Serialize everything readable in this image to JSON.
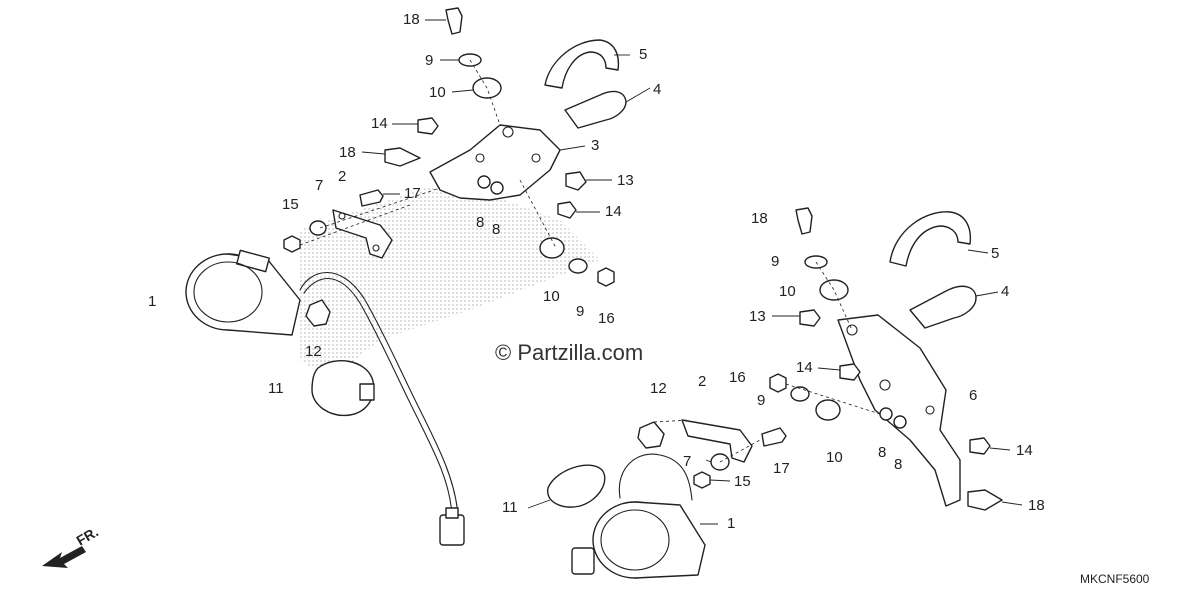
{
  "watermark": "© Partzilla.com",
  "diagram_code": "MKCNF5600",
  "direction_label": "FR.",
  "callouts": {
    "c18a": "18",
    "c9a": "9",
    "c10a": "10",
    "c14a": "14",
    "c18b": "18",
    "c7a": "7",
    "c2a": "2",
    "c17a": "17",
    "c15a": "15",
    "c1a": "1",
    "c12a": "12",
    "c11a": "11",
    "c5a": "5",
    "c4a": "4",
    "c3": "3",
    "c13a": "13",
    "c14b": "14",
    "c8a": "8",
    "c8b": "8",
    "c10b": "10",
    "c9b": "9",
    "c16a": "16",
    "c18c": "18",
    "c9c": "9",
    "c10c": "10",
    "c13b": "13",
    "c5b": "5",
    "c4b": "4",
    "c14c": "14",
    "c16b": "16",
    "c9d": "9",
    "c6": "6",
    "c12b": "12",
    "c2b": "2",
    "c7b": "7",
    "c15b": "15",
    "c17b": "17",
    "c10d": "10",
    "c8c": "8",
    "c8d": "8",
    "c14d": "14",
    "c18d": "18",
    "c11b": "11",
    "c1b": "1"
  }
}
